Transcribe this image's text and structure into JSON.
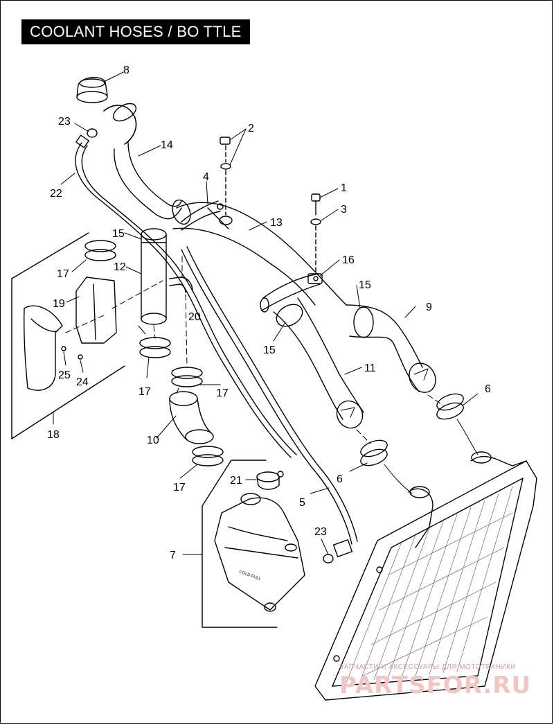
{
  "title": "COOLANT HOSES / BO TTLE",
  "callouts": [
    "1",
    "2",
    "3",
    "4",
    "5",
    "6",
    "6",
    "7",
    "8",
    "9",
    "10",
    "11",
    "12",
    "13",
    "14",
    "15",
    "15",
    "15",
    "16",
    "17",
    "17",
    "17",
    "17",
    "18",
    "19",
    "20",
    "21",
    "22",
    "23",
    "23",
    "24",
    "25"
  ],
  "cap_label": "COLD FULL",
  "watermark": {
    "tagline": "ЗАПЧАСТИ И АКСЕССУАРЫ ДЛЯ МОТОТЕХНИКИ",
    "brand": "PARTSFOR.RU"
  },
  "colors": {
    "line": "#000000",
    "title_bg": "#000000",
    "title_fg": "#ffffff",
    "watermark": "#f3c6c6"
  }
}
